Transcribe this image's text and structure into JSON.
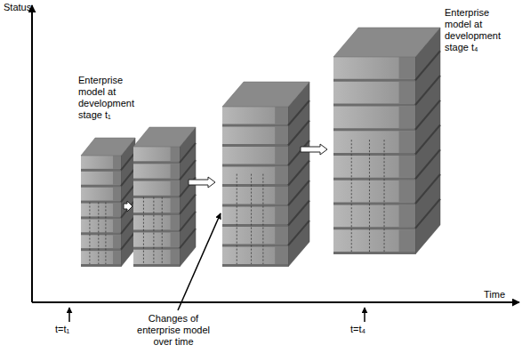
{
  "diagram": {
    "labels": [
      "Status",
      "Time",
      "Enterprise model at development stage t₁",
      "Enterprise model at development stage t₄",
      "Changes of enterprise model over time",
      "t=t₁",
      "t=t₄"
    ]
  }
}
